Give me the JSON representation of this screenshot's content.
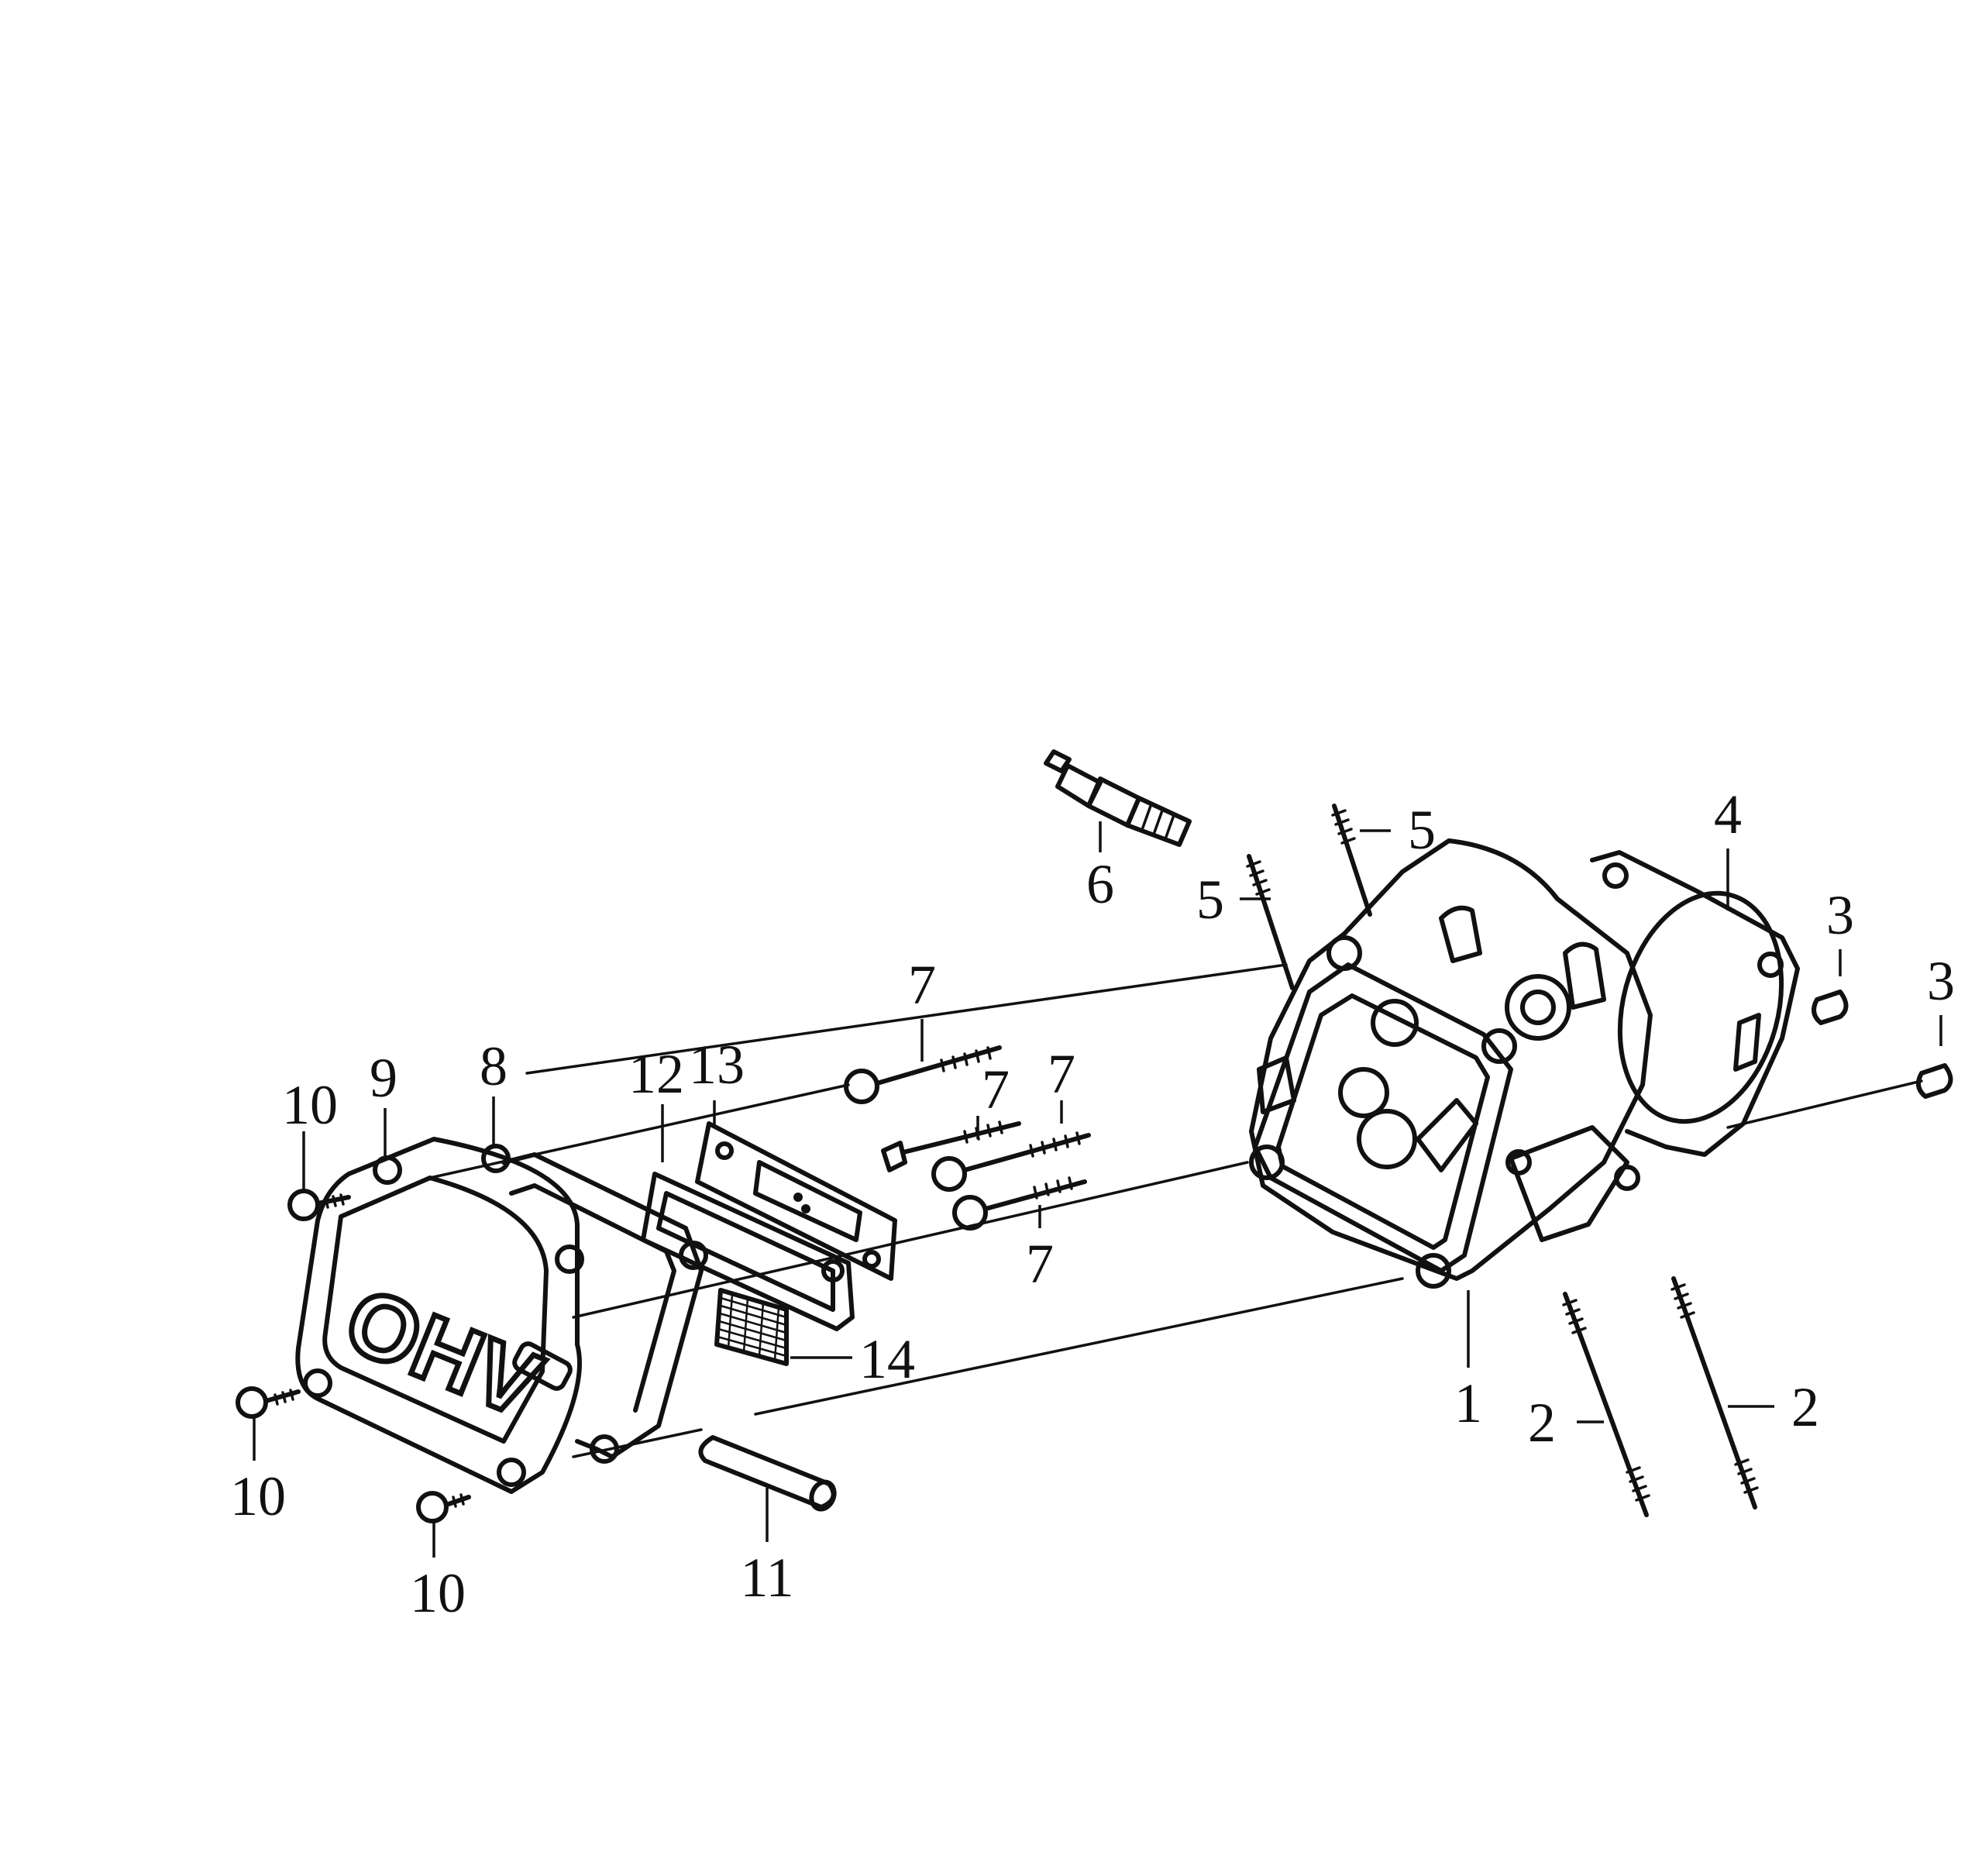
{
  "diagram": {
    "cover_marking": "OHV",
    "callouts": [
      {
        "id": "c1a",
        "label": "1"
      },
      {
        "id": "c2a",
        "label": "2"
      },
      {
        "id": "c2b",
        "label": "2"
      },
      {
        "id": "c3a",
        "label": "3"
      },
      {
        "id": "c3b",
        "label": "3"
      },
      {
        "id": "c4a",
        "label": "4"
      },
      {
        "id": "c5a",
        "label": "5"
      },
      {
        "id": "c5b",
        "label": "5"
      },
      {
        "id": "c6a",
        "label": "6"
      },
      {
        "id": "c7a",
        "label": "7"
      },
      {
        "id": "c7b",
        "label": "7"
      },
      {
        "id": "c7c",
        "label": "7"
      },
      {
        "id": "c7d",
        "label": "7"
      },
      {
        "id": "c8a",
        "label": "8"
      },
      {
        "id": "c9a",
        "label": "9"
      },
      {
        "id": "c10a",
        "label": "10"
      },
      {
        "id": "c10b",
        "label": "10"
      },
      {
        "id": "c10c",
        "label": "10"
      },
      {
        "id": "c11a",
        "label": "11"
      },
      {
        "id": "c12a",
        "label": "12"
      },
      {
        "id": "c13a",
        "label": "13"
      },
      {
        "id": "c14a",
        "label": "14"
      }
    ]
  }
}
